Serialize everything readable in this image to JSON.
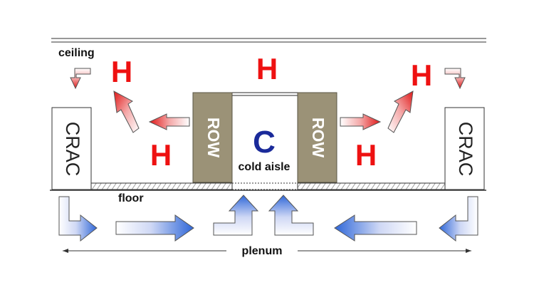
{
  "labels": {
    "ceiling": "ceiling",
    "floor": "floor",
    "plenum": "plenum",
    "cold_aisle": "cold aisle",
    "crac_left": "CRAC",
    "crac_right": "CRAC",
    "row_left": "ROW",
    "row_right": "ROW",
    "cold_marker": "C",
    "hot_marker": "H"
  },
  "colors": {
    "hot": "#ee1111",
    "cold": "#1a2a9a",
    "row_fill": "#9b9277",
    "row_border": "#5a5545",
    "hot_arrow_gradient": [
      "#ffffff",
      "#f4a8a8",
      "#e01818"
    ],
    "cold_arrow_gradient": [
      "#ffffff",
      "#cfd8f5",
      "#2f67d8"
    ],
    "line": "#777777"
  }
}
